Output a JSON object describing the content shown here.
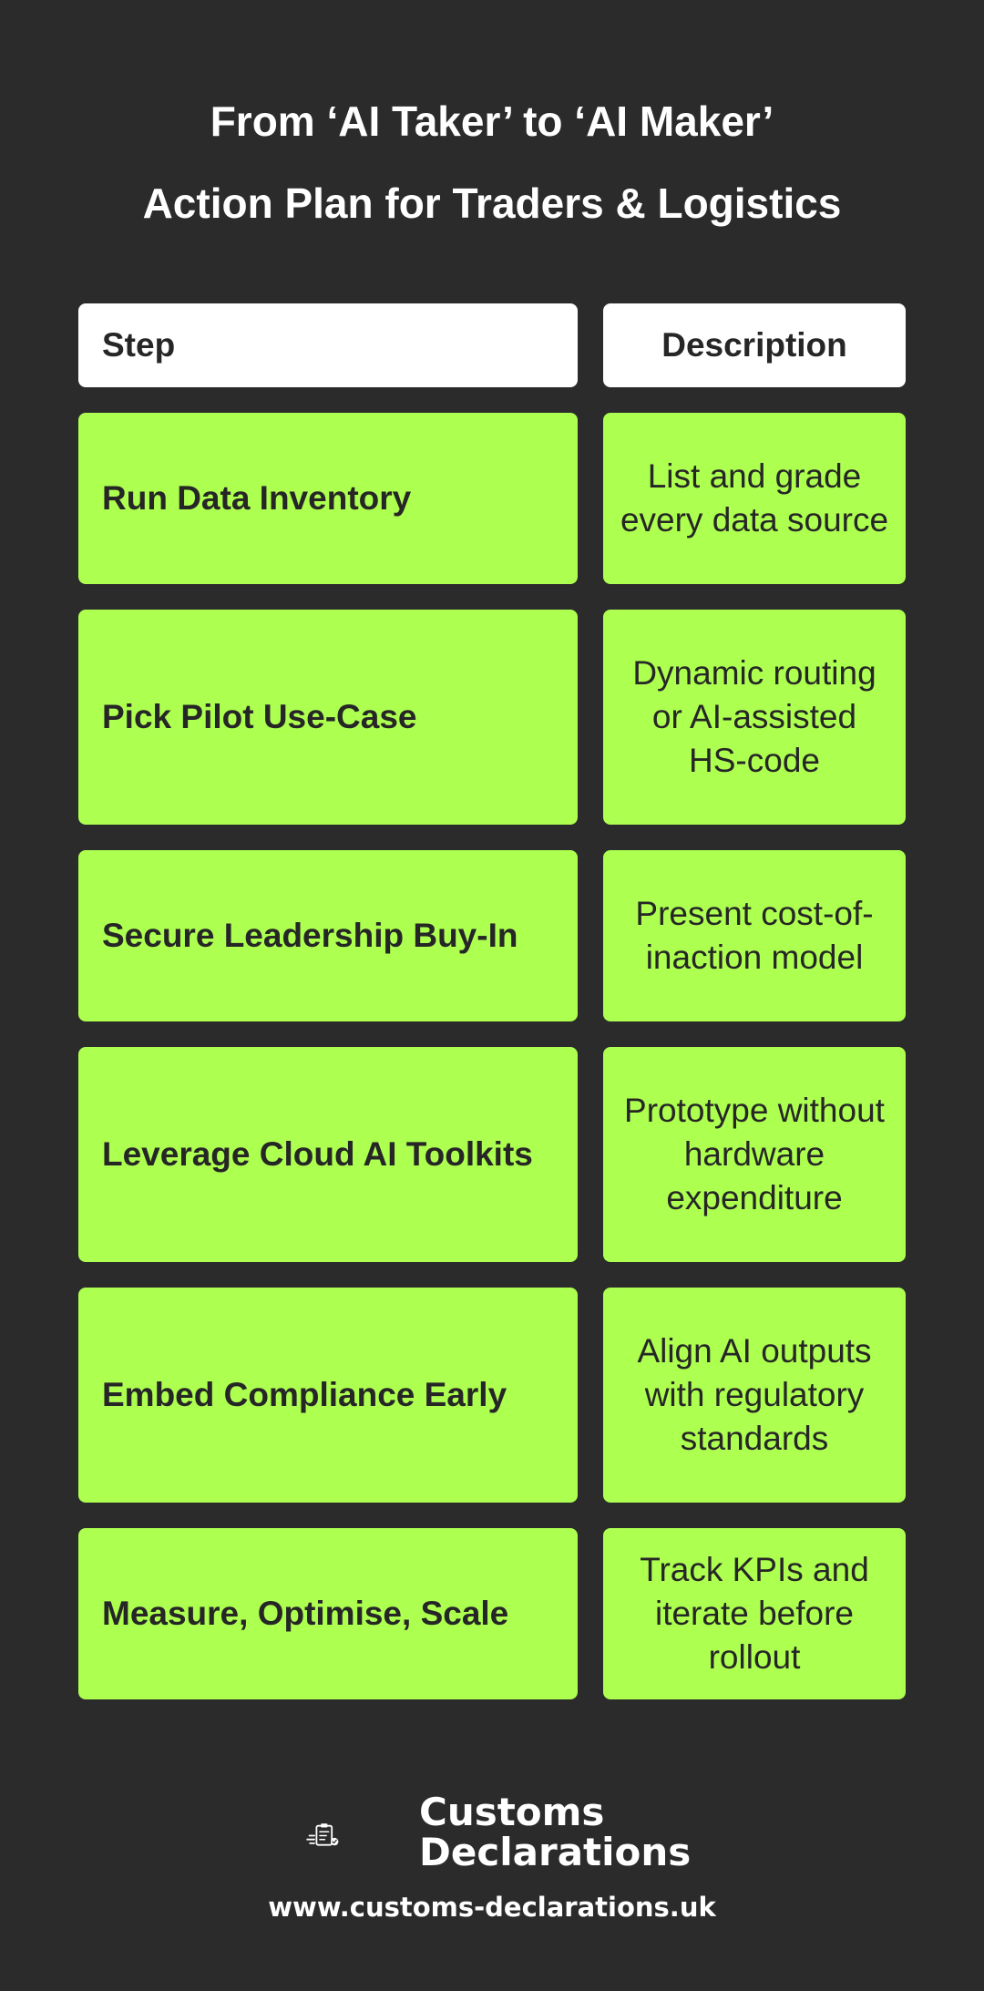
{
  "title": {
    "line1": "From ‘AI Taker’ to ‘AI Maker’",
    "line2": "Action Plan for Traders & Logistics"
  },
  "table": {
    "headers": {
      "step": "Step",
      "description": "Description"
    },
    "rows": [
      {
        "step": "Run Data Inventory",
        "description": "List and grade every data source"
      },
      {
        "step": "Pick Pilot Use-Case",
        "description": "Dynamic routing or AI-assisted HS-code"
      },
      {
        "step": "Secure Leadership Buy-In",
        "description": "Present cost-of-inaction model"
      },
      {
        "step": "Leverage Cloud AI Toolkits",
        "description": "Prototype without hardware expenditure"
      },
      {
        "step": "Embed Compliance Early",
        "description": "Align AI outputs with regulatory standards"
      },
      {
        "step": "Measure, Optimise, Scale",
        "description": "Track KPIs and iterate before rollout"
      }
    ]
  },
  "logo": {
    "icon": "clipboard-check-icon",
    "line1": "Customs",
    "line2": "Declarations"
  },
  "website": "www.customs-declarations.uk",
  "colors": {
    "background": "#2b2b2b",
    "accent": "#adff50",
    "header": "#ffffff",
    "cell_text": "#262626"
  }
}
